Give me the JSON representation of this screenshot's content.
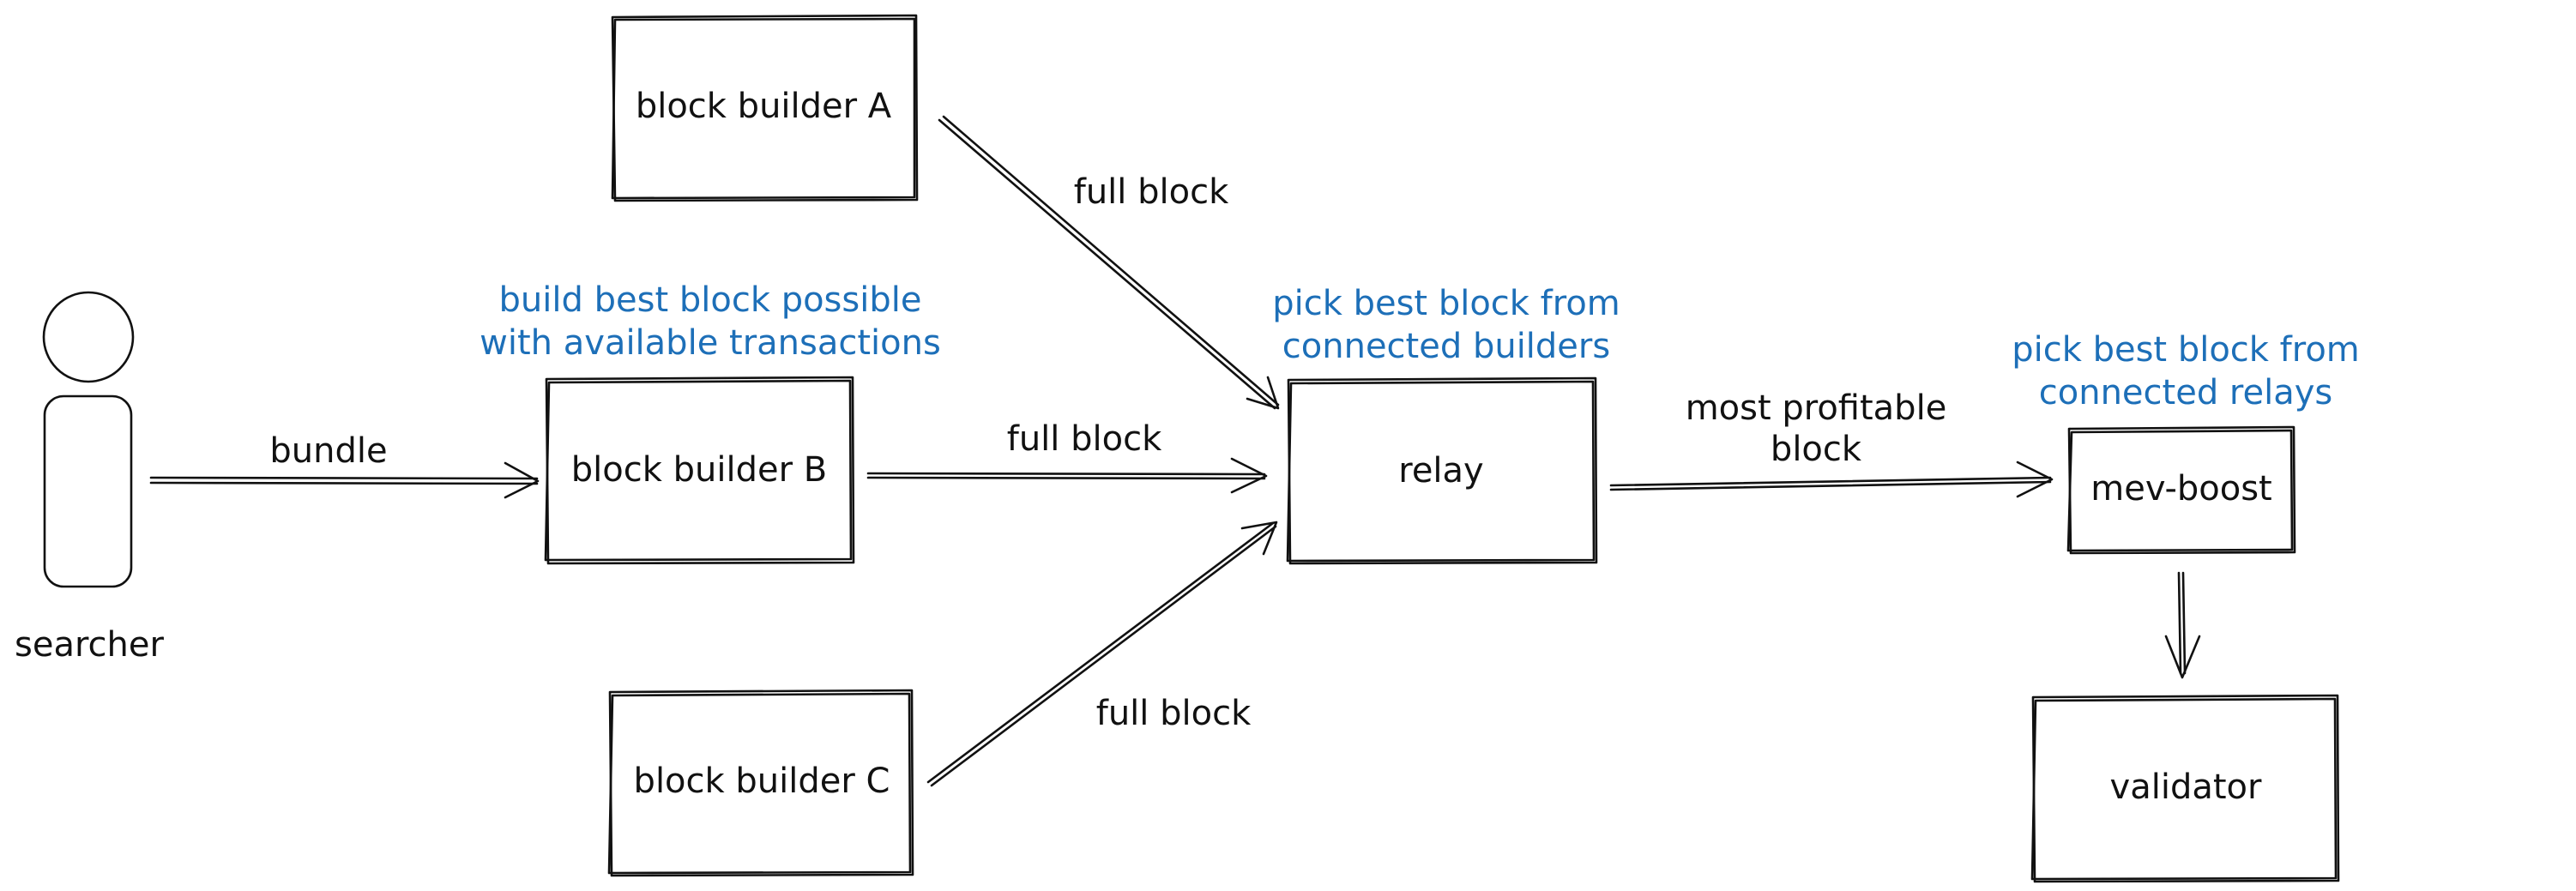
{
  "actor": {
    "label": "searcher"
  },
  "nodes": {
    "builder_a": "block builder A",
    "builder_b": "block builder B",
    "builder_c": "block builder C",
    "relay": "relay",
    "mev_boost": "mev-boost",
    "validator": "validator"
  },
  "edges": {
    "bundle": "bundle",
    "builder_a_relay": "full block",
    "builder_b_relay": "full block",
    "builder_c_relay": "full block",
    "relay_mev_line1": "most profitable",
    "relay_mev_line2": "block"
  },
  "notes": {
    "builder_b_line1": "build best block possible",
    "builder_b_line2": "with available transactions",
    "relay_line1": "pick best block from",
    "relay_line2": "connected builders",
    "mev_boost_line1": "pick best block from",
    "mev_boost_line2": "connected relays"
  },
  "colors": {
    "ink": "#111111",
    "note": "#1d6fb8"
  }
}
